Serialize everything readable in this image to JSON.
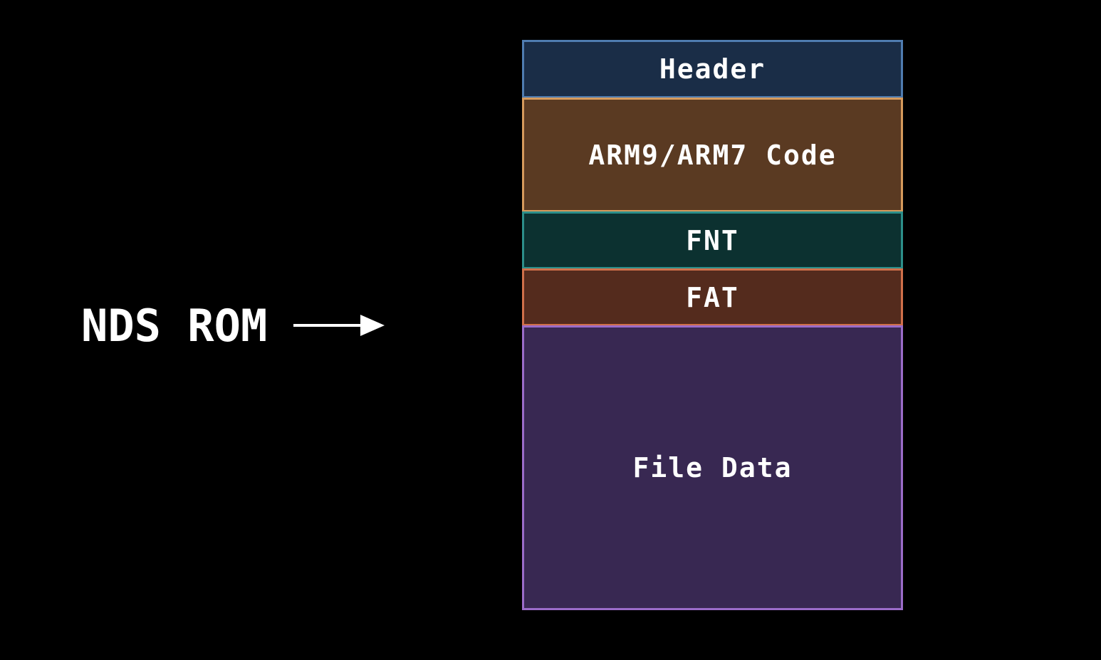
{
  "rom_label": "NDS ROM",
  "sections": [
    {
      "label": "Header",
      "fill": "#1a2d47",
      "border": "#4f7cb0"
    },
    {
      "label": "ARM9/ARM7 Code",
      "fill": "#5a3a22",
      "border": "#d69a5c"
    },
    {
      "label": "FNT",
      "fill": "#0c3130",
      "border": "#2c8f8a"
    },
    {
      "label": "FAT",
      "fill": "#542b1d",
      "border": "#d0704a"
    },
    {
      "label": "File Data",
      "fill": "#382852",
      "border": "#9b6cc9"
    }
  ]
}
